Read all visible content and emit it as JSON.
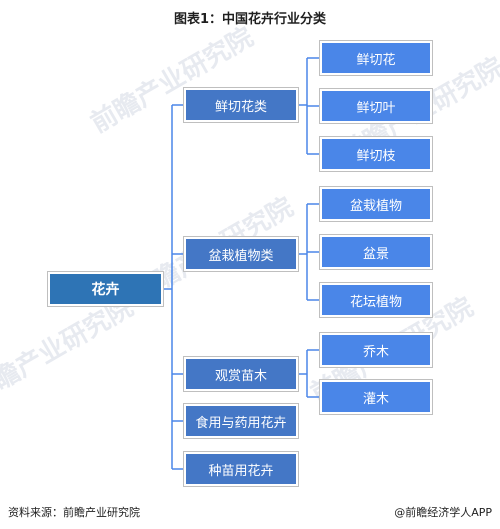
{
  "title": "图表1：中国花卉行业分类",
  "watermark": "前瞻产业研究院",
  "root": "花卉",
  "categories": [
    {
      "label": "鲜切花类",
      "children": [
        "鲜切花",
        "鲜切叶",
        "鲜切枝"
      ]
    },
    {
      "label": "盆栽植物类",
      "children": [
        "盆栽植物",
        "盆景",
        "花坛植物"
      ]
    },
    {
      "label": "观赏苗木",
      "children": [
        "乔木",
        "灌木"
      ]
    },
    {
      "label": "食用与药用花卉",
      "children": []
    },
    {
      "label": "种苗用花卉",
      "children": []
    }
  ],
  "footer": {
    "source": "资料来源：前瞻产业研究院",
    "brand": "@前瞻经济学人APP"
  },
  "colors": {
    "root": "#2e74b5",
    "level1": "#4477c6",
    "level2": "#4a86e8",
    "connector": "#4a86e8"
  }
}
